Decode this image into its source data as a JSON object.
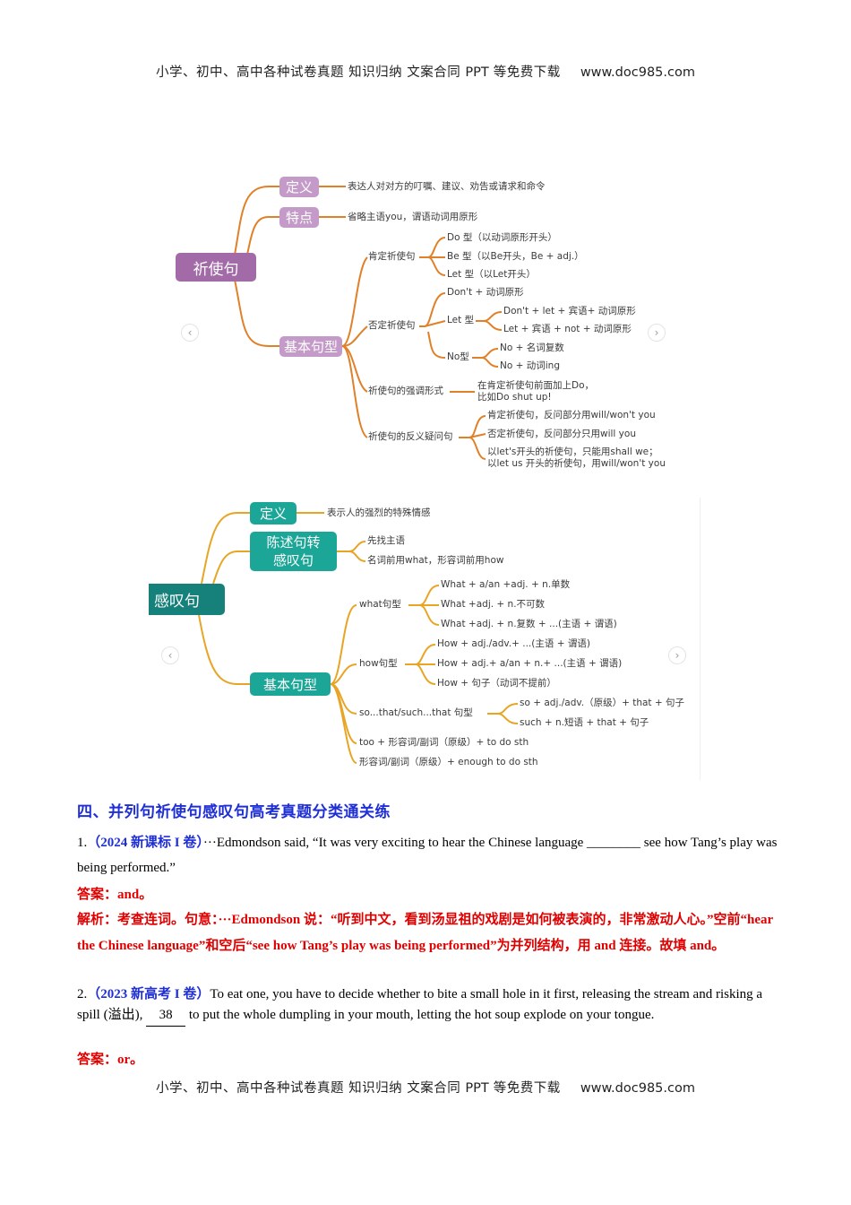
{
  "header": {
    "text": "小学、初中、高中各种试卷真题  知识归纳  文案合同 ",
    "ppt": "PPT",
    "text2": " 等免费下载",
    "url": "www.doc985.com"
  },
  "footer": {
    "text": "小学、初中、高中各种试卷真题  知识归纳  文案合同 ",
    "ppt": "PPT",
    "text2": " 等免费下载",
    "url": "www.doc985.com"
  },
  "mindmap_imperative": {
    "root": "祈使句",
    "definition_label": "定义",
    "definition_text": "表达人对对方的叮嘱、建议、劝告或请求和命令",
    "feature_label": "特点",
    "feature_text": "省略主语you，谓语动词用原形",
    "basic_label": "基本句型",
    "affirmative": {
      "label": "肯定祈使句",
      "items": [
        "Do 型（以动词原形开头）",
        "Be 型（以Be开头，Be + adj.）",
        "Let 型（以Let开头）"
      ]
    },
    "negative": {
      "label": "否定祈使句",
      "dont": "Don't + 动词原形",
      "let_label": "Let 型",
      "let_items": [
        "Don't + let + 宾语+ 动词原形",
        "Let + 宾语 + not + 动词原形"
      ],
      "no_label": "No型",
      "no_items": [
        "No + 名词复数",
        "No + 动词ing"
      ]
    },
    "emphasis": {
      "label": "祈使句的强调形式",
      "text_line1": "在肯定祈使句前面加上Do，",
      "text_line2": "比如Do shut up!"
    },
    "tag_question": {
      "label": "祈使句的反义疑问句",
      "items": [
        "肯定祈使句，反问部分用will/won't you",
        "否定祈使句，反问部分只用will you"
      ],
      "item3_line1": "以let's开头的祈使句，只能用shall we；",
      "item3_line2": "以let us 开头的祈使句，用will/won't you"
    },
    "prev_icon": "‹",
    "next_icon": "›"
  },
  "mindmap_exclamatory": {
    "root": "感叹句",
    "definition_label": "定义",
    "definition_text": "表示人的强烈的特殊情感",
    "convert_label_line1": "陈述句转",
    "convert_label_line2": "感叹句",
    "convert_items": [
      "先找主语",
      "名词前用what，形容词前用how"
    ],
    "basic_label": "基本句型",
    "what": {
      "label": "what句型",
      "items": [
        "What + a/an +adj. + n.单数",
        "What +adj. + n.不可数",
        "What +adj. + n.复数 + ...(主语 + 谓语)"
      ]
    },
    "how": {
      "label": "how句型",
      "items": [
        "How + adj./adv.+ ...(主语 + 谓语)",
        "How + adj.+ a/an + n.+ ...(主语 + 谓语)",
        "How + 句子（动词不提前）"
      ]
    },
    "so_such": {
      "label": "so...that/such...that 句型",
      "items": [
        "so + adj./adv.（原级）+ that + 句子",
        "such + n.短语 + that + 句子"
      ]
    },
    "too": "too + 形容词/副词（原级）+ to do sth",
    "enough": "形容词/副词（原级）+ enough to do sth",
    "prev_icon": "‹",
    "next_icon": "›"
  },
  "section": {
    "title": "四、并列句祈使句感叹句高考真题分类通关练"
  },
  "questions": [
    {
      "number": "1.",
      "source": "（2024 新课标 I 卷）",
      "text_before": "···Edmondson said, “It was very exciting to hear the Chinese language ",
      "blank": "________",
      "text_after": " see how Tang’s play was being performed.”",
      "answer_label": "答案：",
      "answer": "and。",
      "analysis_label": "解析：",
      "analysis": "考查连词。句意：···Edmondson 说：“听到中文，看到汤显祖的戏剧是如何被表演的，非常激动人心。”空前“hear the Chinese language”和空后“see how Tang’s play was being performed”为并列结构，用 and 连接。故填 and。"
    },
    {
      "number": "2.",
      "source": "（2023 新高考 I 卷）",
      "text_before": "To eat one, you have to decide whether to bite a small hole in it first, releasing the stream and risking a spill (溢出), ",
      "blank": "38",
      "text_after": " to put the whole dumpling in your mouth, letting the hot soup explode on your tongue.",
      "answer_label": "答案：",
      "answer": "or。"
    }
  ],
  "colors": {
    "imperative_line": "#e0812a",
    "imperative_node_main": "#a36aa8",
    "imperative_node_sub": "#c49ac8",
    "exclamatory_line": "#e8a524",
    "exclamatory_node_main": "#16817a",
    "exclamatory_node_sub": "#1ba697",
    "section_title": "#1f2fd6",
    "answer_red": "#e00000"
  }
}
